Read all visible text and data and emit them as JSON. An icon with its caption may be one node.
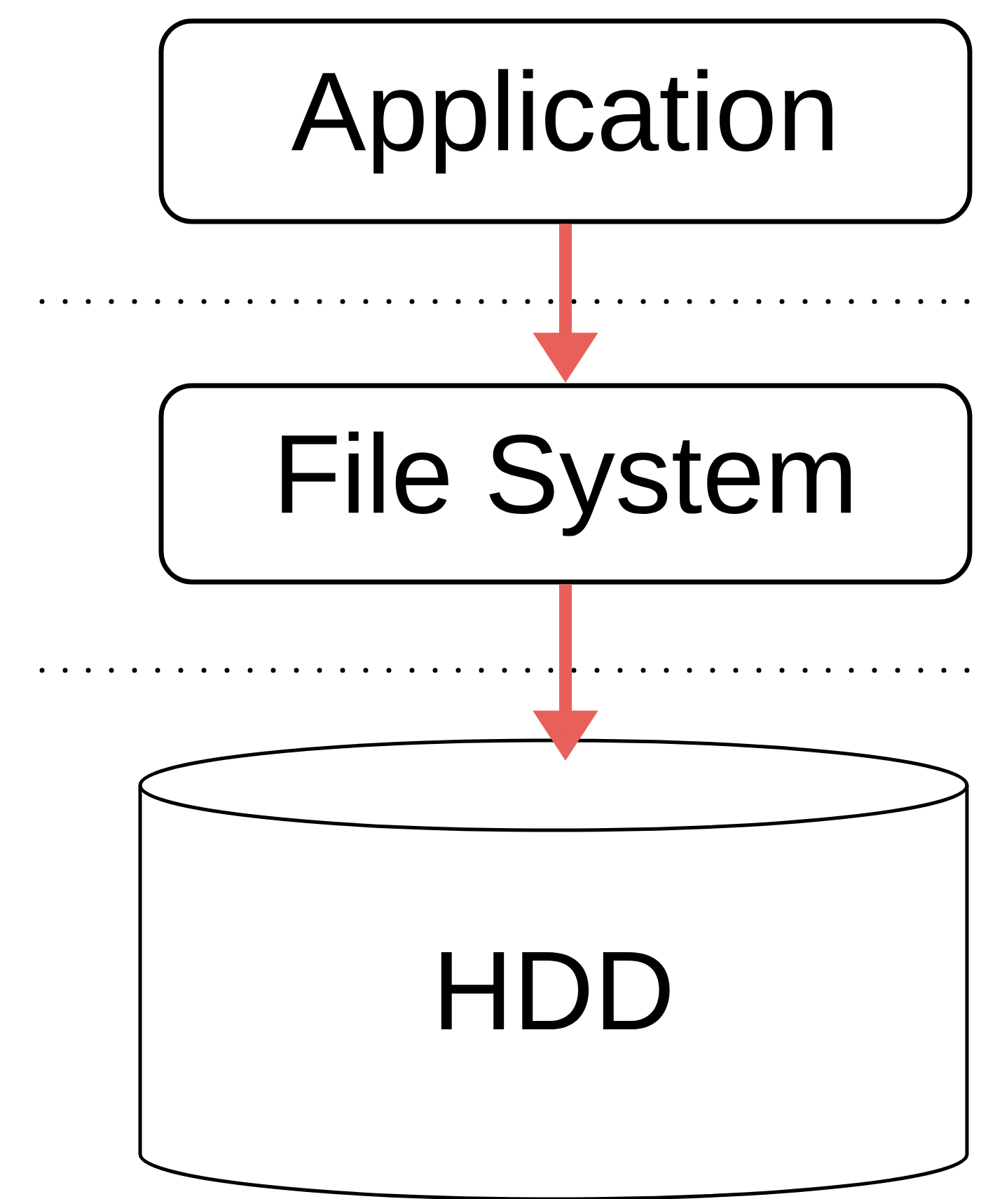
{
  "diagram": {
    "nodes": [
      {
        "text": [
          "Application"
        ]
      },
      {
        "text": [
          "File System"
        ]
      },
      {
        "text": [
          "HDD"
        ]
      }
    ],
    "edges": [
      {
        "from": 0,
        "to": 1,
        "arrow": "to",
        "color": "#e8605a"
      },
      {
        "from": 1,
        "to": 2,
        "arrow": "to",
        "color": "#e8605a"
      }
    ]
  }
}
